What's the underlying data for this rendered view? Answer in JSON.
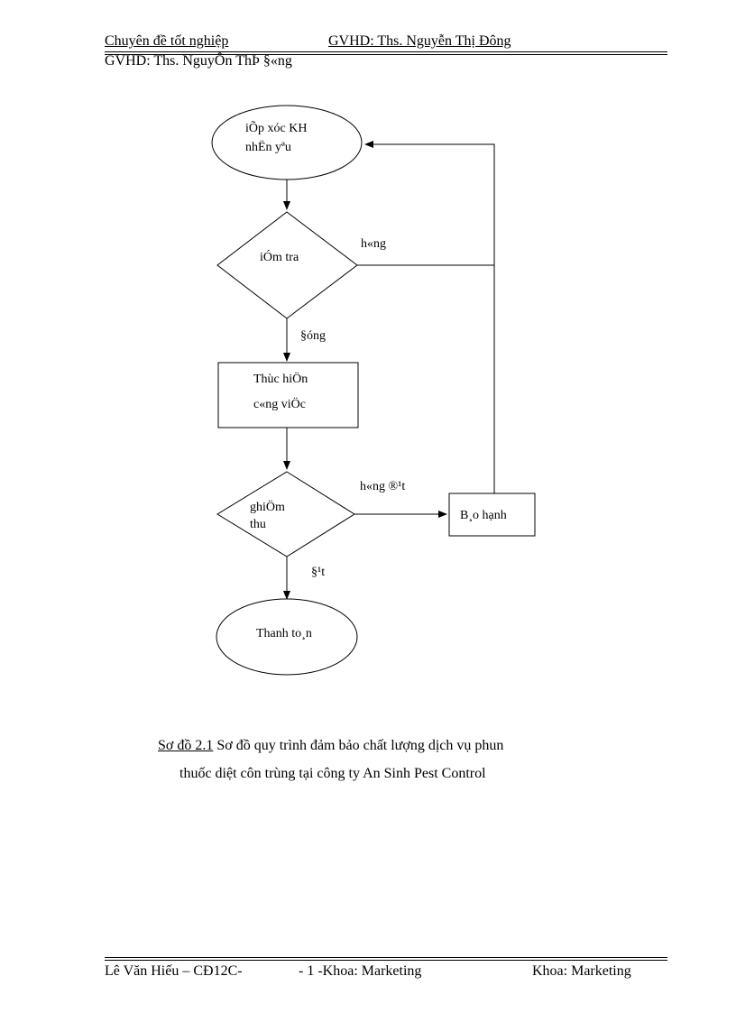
{
  "header": {
    "left": "Chuyên đề tốt nghiệp",
    "right": "GVHD: Ths. Nguyễn Thị Đông",
    "line2": "GVHD: Ths. NguyÔn ThÞ §«ng"
  },
  "flowchart": {
    "start": {
      "line1": "iÕp xóc KH",
      "line2": "nhËn yªu"
    },
    "check": "iÓm tra",
    "check_no": "h«ng",
    "check_yes": "§óng",
    "work": {
      "line1": "Thùc hiÖn",
      "line2": "c«ng viÖc"
    },
    "accept": {
      "line1": "ghiÖm",
      "line2": "thu"
    },
    "accept_no": "h«ng ®¹t",
    "accept_yes": "§¹t",
    "report": "B¸o hạnh",
    "end": "Thanh to¸n"
  },
  "caption": {
    "label": "Sơ đồ 2.1",
    "line1": " Sơ đồ quy trình đảm bảo chất lượng dịch vụ phun",
    "line2": "thuốc diệt côn trùng tại công ty An Sinh Pest Control"
  },
  "footer": {
    "author": "Lê Văn Hiếu – CĐ12C-",
    "page": "- 1 -Khoa: Marketing",
    "dept": "Khoa: Marketing"
  }
}
